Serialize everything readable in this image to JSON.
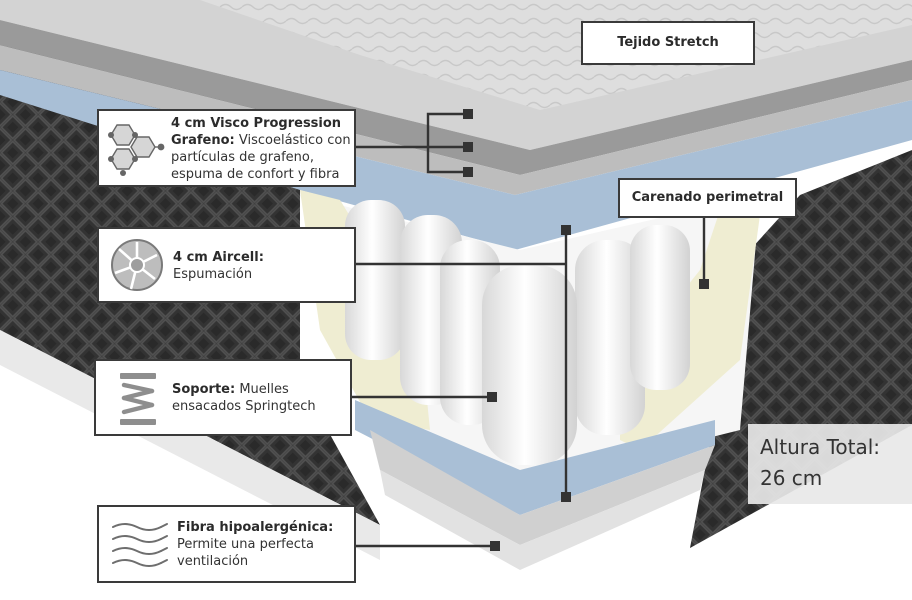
{
  "labels": {
    "top_fabric": "Tejido Stretch",
    "perimeter": "Carenado perimetral"
  },
  "callouts": [
    {
      "id": "visco",
      "title": "4 cm Visco Progression Grafeno:",
      "text": "Viscoelástico con partículas de grafeno, espuma de confort y fibra",
      "icon": "graphene-hex-icon"
    },
    {
      "id": "aircell",
      "title": "4 cm Aircell:",
      "text": "Espumación",
      "icon": "aircell-swirl-icon"
    },
    {
      "id": "soporte",
      "title": "Soporte:",
      "text": "Muelles ensacados Springtech",
      "icon": "spring-coil-icon"
    },
    {
      "id": "fibra",
      "title": "Fibra hipoalergénica:",
      "text": "Permite una perfecta ventilación",
      "icon": "airflow-waves-icon"
    }
  ],
  "height": {
    "label": "Altura Total:",
    "value": "26 cm"
  },
  "colors": {
    "mattress_side": "#2f2f2f",
    "foam_blue": "#a9bfd6",
    "support_cream": "#efedd2",
    "callout_border": "#3a3a3a"
  }
}
